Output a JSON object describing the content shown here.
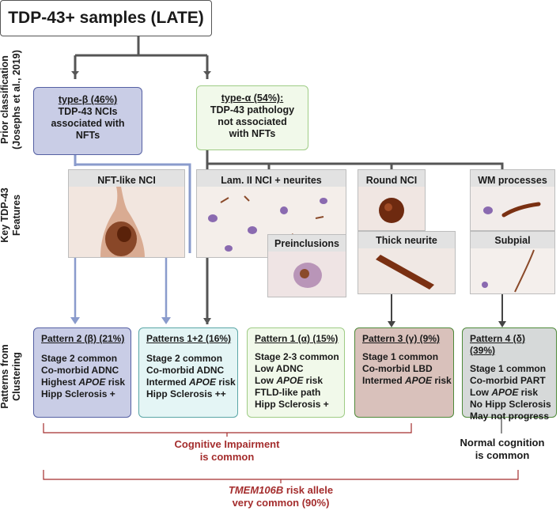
{
  "title": "TDP-43+ samples (LATE)",
  "side_labels": {
    "prior": [
      "Prior classification",
      "(Josephs et al., 2019)"
    ],
    "features": [
      "Key TDP-43",
      "Features"
    ],
    "patterns": [
      "Patterns from",
      "Clustering"
    ]
  },
  "prior": {
    "beta": {
      "header": "type-β (46%)",
      "lines": [
        "TDP-43 NCIs",
        "associated with",
        "NFTs"
      ]
    },
    "alpha": {
      "header": "type-α (54%):",
      "lines": [
        "TDP-43 pathology",
        "not associated",
        "with NFTs"
      ]
    }
  },
  "features": {
    "nft_like": "NFT-like NCI",
    "lam2": "Lam. II NCI + neurites",
    "preinclusions": "Preinclusions",
    "round": "Round NCI",
    "thick": "Thick neurite",
    "wm": "WM processes",
    "subpial": "Subpial"
  },
  "patterns": {
    "p2": {
      "header": "Pattern 2 (β) (21%)",
      "lines": [
        "Stage 2 common",
        "Co-morbid ADNC",
        "Highest |APOE| risk",
        "Hipp Sclerosis +"
      ]
    },
    "p12": {
      "header": "Patterns 1+2 (16%)",
      "lines": [
        "Stage 2 common",
        "Co-morbid ADNC",
        "Intermed |APOE| risk",
        "Hipp Sclerosis ++"
      ]
    },
    "p1": {
      "header": "Pattern 1 (α) (15%)",
      "lines": [
        "Stage 2-3 common",
        "Low ADNC",
        "Low |APOE| risk",
        "FTLD-like path",
        "Hipp Sclerosis +"
      ]
    },
    "p3": {
      "header": "Pattern 3 (γ) (9%)",
      "lines": [
        "Stage 1 common",
        "Co-morbid LBD",
        "Intermed |APOE| risk"
      ]
    },
    "p4": {
      "header": "Pattern 4 (δ) (39%)",
      "lines": [
        "Stage 1 common",
        "Co-morbid PART",
        "Low |APOE| risk",
        "No Hipp Sclerosis",
        "May not progress"
      ]
    }
  },
  "outcomes": {
    "cognitive": [
      "Cognitive Impairment",
      "is common"
    ],
    "normal": [
      "Normal cognition",
      "is common"
    ],
    "tmem_gene": "TMEM106B",
    "tmem_rest": " risk allele",
    "tmem_line2": "very common (90%)"
  },
  "colors": {
    "beta_fill": "#c9cde6",
    "beta_border": "#5560a3",
    "p12_fill": "#e4f5f5",
    "p12_border": "#5aa6a6",
    "alpha_fill": "#f1f9ea",
    "alpha_border": "#9fcc86",
    "p3_fill": "#d9c1bb",
    "p3_border": "#4f8a3a",
    "p4_fill": "#d6d9d9",
    "p4_border": "#4f8a3a",
    "bracket": "#a42d2d"
  }
}
